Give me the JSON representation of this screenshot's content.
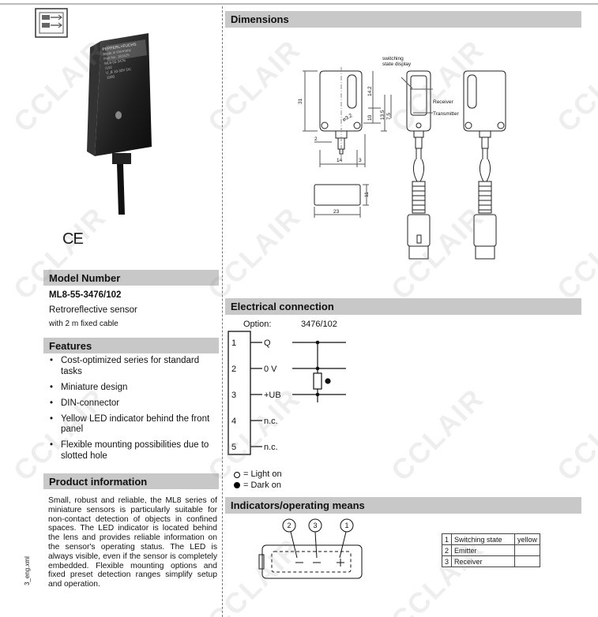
{
  "watermark": "CCLAIR",
  "colors": {
    "header_bg": "#c8c8c8",
    "led_yellow": "#e3c11b"
  },
  "product": {
    "label_lines": [
      "PEPPERL+FUCHS",
      "Made in Germany",
      "Part No. 181629",
      "ML8-55-3476",
      "/102",
      "U_B 10-30V DC",
      "1000"
    ],
    "ce_mark": "CE"
  },
  "model": {
    "header": "Model Number",
    "number": "ML8-55-3476/102",
    "type": "Retroreflective sensor",
    "cable": "with 2 m fixed cable"
  },
  "features": {
    "header": "Features",
    "items": [
      "Cost-optimized series for standard tasks",
      "Miniature design",
      "DIN-connector",
      "Yellow LED indicator behind the front panel",
      "Flexible mounting possibilities due to slotted hole"
    ]
  },
  "product_info": {
    "header": "Product information",
    "text": "Small, robust and reliable, the ML8 series of miniature sensors is particularly suitable for non-contact detection of objects in confined spaces. The LED indicator is located behind the lens and provides reliable information on the sensor's operating status. The LED is always visible, even if the sensor is completely embedded. Flexible mounting options and fixed preset detection ranges simplify setup and operation."
  },
  "side_code": "3_eng.xml",
  "dimensions": {
    "header": "Dimensions",
    "labels": {
      "switching": "switching",
      "state_display": "state display",
      "receiver": "Receiver",
      "transmitter": "Transmitter",
      "d31": "31",
      "d14_2": "14.2",
      "d10": "10",
      "d13_5": "13.5",
      "d7_5": "7.5",
      "d3_2": "ø3.2",
      "d2": "2",
      "d14": "14",
      "d3": "3",
      "d11": "11",
      "d23": "23"
    }
  },
  "electrical": {
    "header": "Electrical connection",
    "option_label": "Option:",
    "option_value": "3476/102",
    "pins": [
      {
        "num": "1",
        "label": "Q"
      },
      {
        "num": "2",
        "label": "0 V"
      },
      {
        "num": "3",
        "label": "+UB"
      },
      {
        "num": "4",
        "label": "n.c."
      },
      {
        "num": "5",
        "label": "n.c."
      }
    ],
    "legend": [
      {
        "symbol": "open",
        "text": "= Light on"
      },
      {
        "symbol": "filled",
        "text": "= Dark on"
      }
    ]
  },
  "indicators": {
    "header": "Indicators/operating means",
    "callouts": [
      "2",
      "3",
      "1"
    ],
    "table": [
      {
        "num": "1",
        "name": "Switching state",
        "color": "yellow"
      },
      {
        "num": "2",
        "name": "Emitter",
        "color": ""
      },
      {
        "num": "3",
        "name": "Receiver",
        "color": ""
      }
    ]
  }
}
